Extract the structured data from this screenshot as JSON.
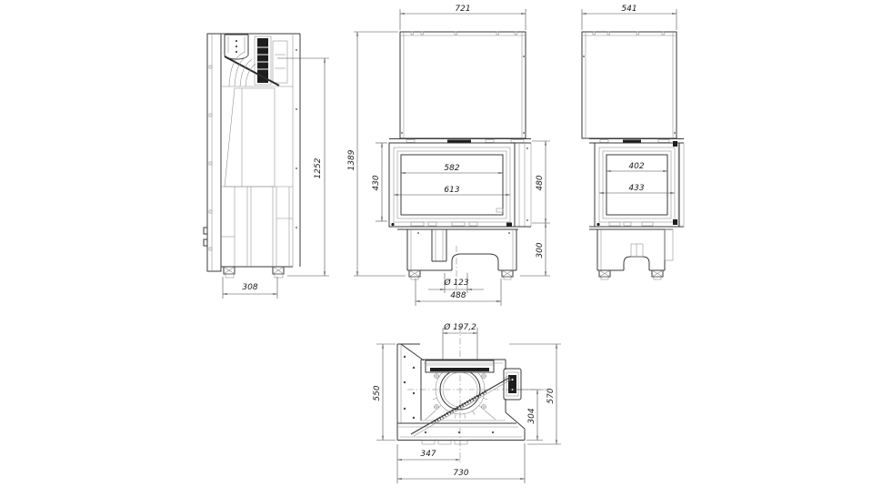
{
  "drawing": {
    "palette": {
      "line": "#3a3a3a",
      "background": "#ffffff",
      "dark_fill": "#1e1e1e"
    },
    "side_view": {
      "height": "1252",
      "base_depth": "308"
    },
    "front_view": {
      "width": "721",
      "total_height": "1389",
      "door_height": "430",
      "glass_width": "582",
      "door_width": "613",
      "firebox_height": "480",
      "base_height": "300",
      "air_inlet_diameter": "Ø 123",
      "base_width": "488"
    },
    "right_view": {
      "width": "541",
      "glass_width": "402",
      "door_width": "433"
    },
    "top_view": {
      "flue_diameter": "Ø 197,2",
      "side_depth": "550",
      "overall_depth": "570",
      "flue_axis_to_front": "304",
      "left_edge_to_flue_axis": "347",
      "overall_width": "730"
    }
  }
}
